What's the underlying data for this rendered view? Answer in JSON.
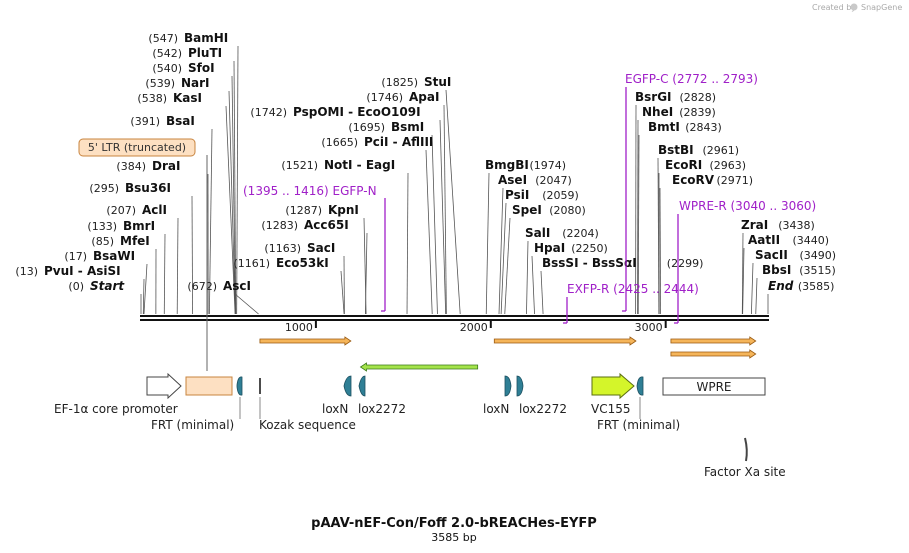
{
  "credit": {
    "prefix": "Created by",
    "brand": "SnapGene"
  },
  "title": "pAAV-nEF-Con/Foff 2.0-bREACHes-EYFP",
  "length_label": "3585 bp",
  "seq_length": 3585,
  "ruler_ticks": [
    {
      "pos": 1000,
      "label": "1000"
    },
    {
      "pos": 2000,
      "label": "2000"
    },
    {
      "pos": 3000,
      "label": "3000"
    }
  ],
  "sites_left": [
    {
      "name": "BamHI",
      "pos": 547,
      "pos_label": "(547)"
    },
    {
      "name": "PluTI",
      "pos": 542,
      "pos_label": "(542)"
    },
    {
      "name": "SfoI",
      "pos": 540,
      "pos_label": "(540)"
    },
    {
      "name": "NarI",
      "pos": 539,
      "pos_label": "(539)"
    },
    {
      "name": "KasI",
      "pos": 538,
      "pos_label": "(538)"
    },
    {
      "name": "BsaI",
      "pos": 391,
      "pos_label": "(391)"
    },
    {
      "name": "DraI",
      "pos": 384,
      "pos_label": "(384)"
    },
    {
      "name": "Bsu36I",
      "pos": 295,
      "pos_label": "(295)"
    },
    {
      "name": "AclI",
      "pos": 207,
      "pos_label": "(207)"
    },
    {
      "name": "BmrI",
      "pos": 133,
      "pos_label": "(133)"
    },
    {
      "name": "MfeI",
      "pos": 85,
      "pos_label": "(85)"
    },
    {
      "name": "BsaWI",
      "pos": 17,
      "pos_label": "(17)"
    },
    {
      "name": "PvuI  -  AsiSI",
      "pos": 13,
      "pos_label": "(13)"
    },
    {
      "name": "Start",
      "pos": 0,
      "pos_label": "(0)"
    }
  ],
  "sites_mid": [
    {
      "name": "StuI",
      "pos": 1825,
      "pos_label": "(1825)"
    },
    {
      "name": "ApaI",
      "pos": 1746,
      "pos_label": "(1746)"
    },
    {
      "name": "PspOMI  -  EcoO109I",
      "pos": 1742,
      "pos_label": "(1742)"
    },
    {
      "name": "BsmI",
      "pos": 1695,
      "pos_label": "(1695)"
    },
    {
      "name": "PciI  -  AflIII",
      "pos": 1665,
      "pos_label": "(1665)"
    },
    {
      "name": "NotI  -  EagI",
      "pos": 1521,
      "pos_label": "(1521)"
    },
    {
      "name": "KpnI",
      "pos": 1287,
      "pos_label": "(1287)"
    },
    {
      "name": "Acc65I",
      "pos": 1283,
      "pos_label": "(1283)"
    },
    {
      "name": "SacI",
      "pos": 1163,
      "pos_label": "(1163)"
    },
    {
      "name": "Eco53kI",
      "pos": 1161,
      "pos_label": "(1161)"
    },
    {
      "name": "AscI",
      "pos": 672,
      "pos_label": "(672)"
    }
  ],
  "sites_right": [
    {
      "name": "BmgBI",
      "pos": 1974,
      "pos_label": "(1974)"
    },
    {
      "name": "AseI",
      "pos": 2047,
      "pos_label": "(2047)"
    },
    {
      "name": "PsiI",
      "pos": 2059,
      "pos_label": "(2059)"
    },
    {
      "name": "SpeI",
      "pos": 2080,
      "pos_label": "(2080)"
    },
    {
      "name": "SalI",
      "pos": 2204,
      "pos_label": "(2204)"
    },
    {
      "name": "HpaI",
      "pos": 2250,
      "pos_label": "(2250)"
    },
    {
      "name": "BssSI  -  BssSαI",
      "pos": 2299,
      "pos_label": "(2299)"
    },
    {
      "name": "BsrGI",
      "pos": 2828,
      "pos_label": "(2828)"
    },
    {
      "name": "NheI",
      "pos": 2839,
      "pos_label": "(2839)"
    },
    {
      "name": "BmtI",
      "pos": 2843,
      "pos_label": "(2843)"
    },
    {
      "name": "BstBI",
      "pos": 2961,
      "pos_label": "(2961)"
    },
    {
      "name": "EcoRI",
      "pos": 2963,
      "pos_label": "(2963)"
    },
    {
      "name": "EcoRV",
      "pos": 2971,
      "pos_label": "(2971)"
    },
    {
      "name": "ZraI",
      "pos": 3438,
      "pos_label": "(3438)"
    },
    {
      "name": "AatII",
      "pos": 3440,
      "pos_label": "(3440)"
    },
    {
      "name": "SacII",
      "pos": 3490,
      "pos_label": "(3490)"
    },
    {
      "name": "BbsI",
      "pos": 3515,
      "pos_label": "(3515)"
    },
    {
      "name": "End",
      "pos": 3585,
      "pos_label": "(3585)"
    }
  ],
  "primers": [
    {
      "name": "EGFP-N",
      "range": "(1395 .. 1416)",
      "start": 1395,
      "end": 1416
    },
    {
      "name": "EGFP-C",
      "range": "(2772 .. 2793)",
      "start": 2772,
      "end": 2793
    },
    {
      "name": "WPRE-R",
      "range": "(3040 .. 3060)",
      "start": 3040,
      "end": 3060
    },
    {
      "name": "EXFP-R",
      "range": "(2425 .. 2444)",
      "start": 2425,
      "end": 2444
    }
  ],
  "orfs": [
    {
      "start": 680,
      "end": 1200,
      "direction": "forward"
    },
    {
      "start": 1255,
      "end": 1925,
      "direction": "reverse"
    },
    {
      "start": 2020,
      "end": 2830,
      "direction": "forward"
    },
    {
      "start": 3030,
      "end": 3515,
      "direction": "forward"
    },
    {
      "start": 3030,
      "end": 3515,
      "direction": "forward"
    }
  ],
  "features": [
    {
      "name": "EF-1α core promoter",
      "type": "promoter"
    },
    {
      "name": "5' LTR (truncated)",
      "type": "ltr"
    },
    {
      "name": "FRT (minimal)",
      "type": "frt"
    },
    {
      "name": "Kozak sequence",
      "type": "kozak"
    },
    {
      "name": "loxN",
      "type": "lox"
    },
    {
      "name": "lox2272",
      "type": "lox"
    },
    {
      "name": "loxN",
      "type": "lox"
    },
    {
      "name": "lox2272",
      "type": "lox"
    },
    {
      "name": "VC155",
      "type": "cds"
    },
    {
      "name": "FRT (minimal)",
      "type": "frt"
    },
    {
      "name": "WPRE",
      "type": "wpre"
    },
    {
      "name": "Factor Xa site",
      "type": "protease"
    }
  ],
  "colors": {
    "primer": "#a020c8",
    "orf_fill": "#f5b55a",
    "orf_stroke": "#9a5a10",
    "orf_reverse_fill": "#a4e34a",
    "orf_reverse_stroke": "#3b7a1a",
    "ltr_fill": "#fde0c2",
    "ltr_stroke": "#c8843f",
    "lox_fill": "#2f7f95",
    "cds_fill": "#d4f52a",
    "cds_stroke": "#5a6e10",
    "backbone": "#111111",
    "site_line": "#444444"
  }
}
